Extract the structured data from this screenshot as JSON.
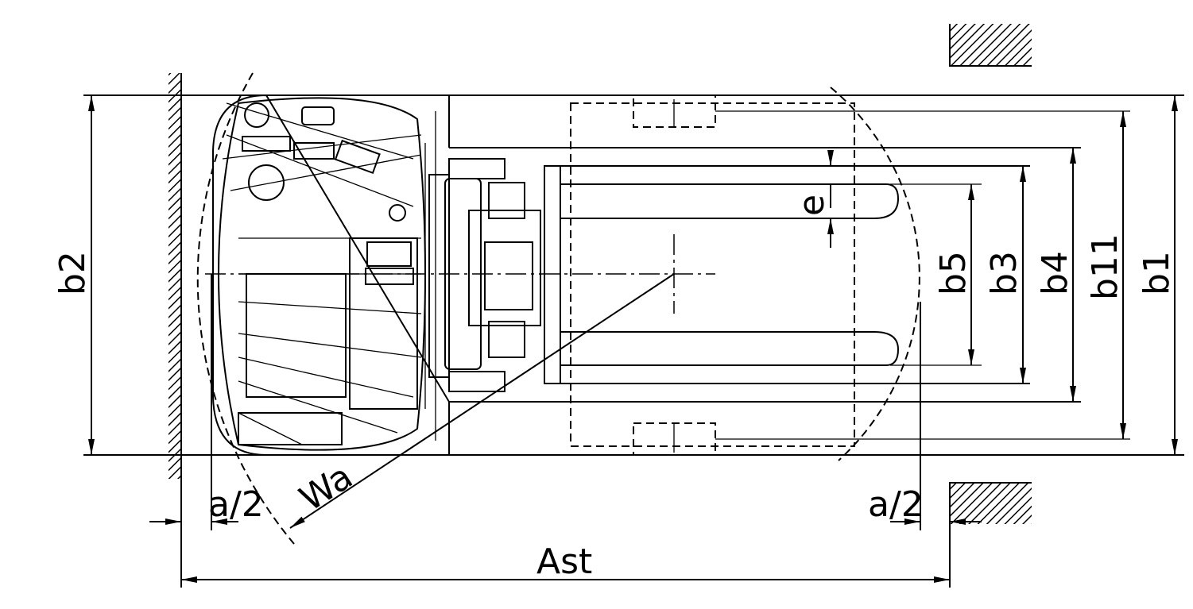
{
  "drawing": {
    "labels": {
      "b2": "b2",
      "wa": "Wa",
      "a_half_left": "a/2",
      "a_half_right": "a/2",
      "ast": "Ast",
      "e": "e",
      "b5": "b5",
      "b3": "b3",
      "b4": "b4",
      "b11": "b11",
      "b1": "b1"
    }
  }
}
